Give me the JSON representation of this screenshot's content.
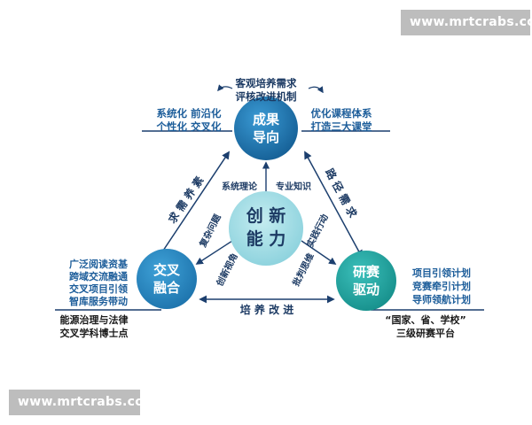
{
  "watermarks": {
    "top": "www.mrtcrabs.com",
    "bottom": "www.mrtcrabs.com"
  },
  "nodes": {
    "center": {
      "line1": "创 新",
      "line2": "能 力"
    },
    "top": {
      "line1": "成果",
      "line2": "导向"
    },
    "left": {
      "line1": "交叉",
      "line2": "融合"
    },
    "right": {
      "line1": "研赛",
      "line2": "驱动"
    }
  },
  "annotations": {
    "top_above": [
      "客观培养需求",
      "评核改进机制"
    ],
    "top_left": [
      "系统化  前沿化",
      "个性化  交叉化"
    ],
    "top_right": [
      "优化课程体系",
      "打造三大课堂"
    ],
    "left_list": [
      "广泛阅读资基",
      "跨域交流融通",
      "交叉项目引领",
      "智库服务带动"
    ],
    "left_bottom": [
      "能源治理与法律",
      "交叉学科博士点"
    ],
    "right_list": [
      "项目引领计划",
      "竞赛牵引计划",
      "导师领航计划"
    ],
    "right_bottom": [
      "“国家、省、学校”",
      "三级研赛平台"
    ]
  },
  "edges": {
    "left_edge": "求 需 养 素",
    "right_edge": "路 径 需 求",
    "bottom_edge": "培 养 改 进"
  },
  "spokes": {
    "top_left": "系统理论",
    "top_right": "专业知识",
    "left_upper": "复杂问题",
    "left_lower": "创新视角",
    "right_upper": "实践行动",
    "right_lower": "批判思维"
  },
  "colors": {
    "node_dark": "#1b6fa8",
    "node_light": "#2a8fc7",
    "node_teal": "#1fa6a0",
    "center": "#a3dde6",
    "accent_text": "#1c5d9a",
    "line": "#1c3f6e"
  }
}
